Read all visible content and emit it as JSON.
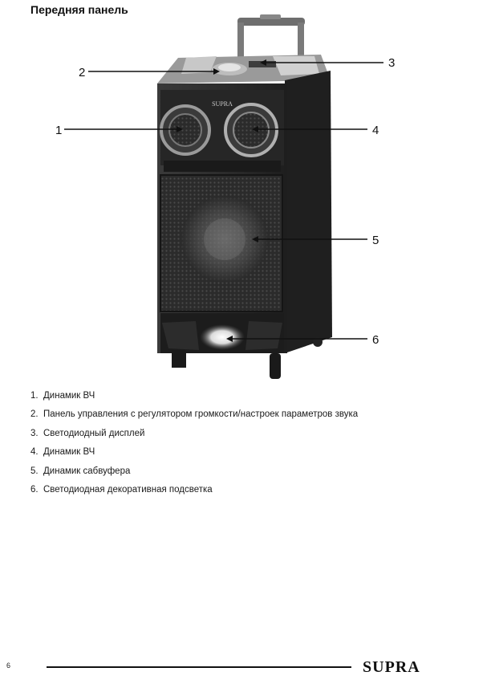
{
  "page": {
    "section_title": "Передняя панель",
    "page_number": "6",
    "brand": "SUPRA"
  },
  "figure": {
    "device_brand": "SUPRA",
    "callouts": [
      "1",
      "2",
      "3",
      "4",
      "5",
      "6"
    ]
  },
  "legend": [
    {
      "num": "1.",
      "text": "Динамик ВЧ"
    },
    {
      "num": "2.",
      "text": "Панель управления с регулятором громкости/настроек параметров звука"
    },
    {
      "num": "3.",
      "text": "Светодиодный дисплей"
    },
    {
      "num": "4.",
      "text": "Динамик ВЧ"
    },
    {
      "num": "5.",
      "text": "Динамик сабвуфера"
    },
    {
      "num": "6.",
      "text": "Светодиодная декоративная подсветка"
    }
  ]
}
